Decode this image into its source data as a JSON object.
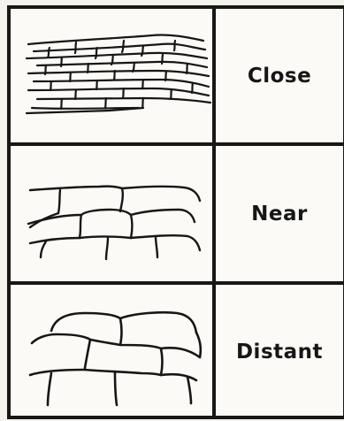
{
  "rows": [
    {
      "label": "Close"
    },
    {
      "label": "Near"
    },
    {
      "label": "Distant"
    }
  ]
}
